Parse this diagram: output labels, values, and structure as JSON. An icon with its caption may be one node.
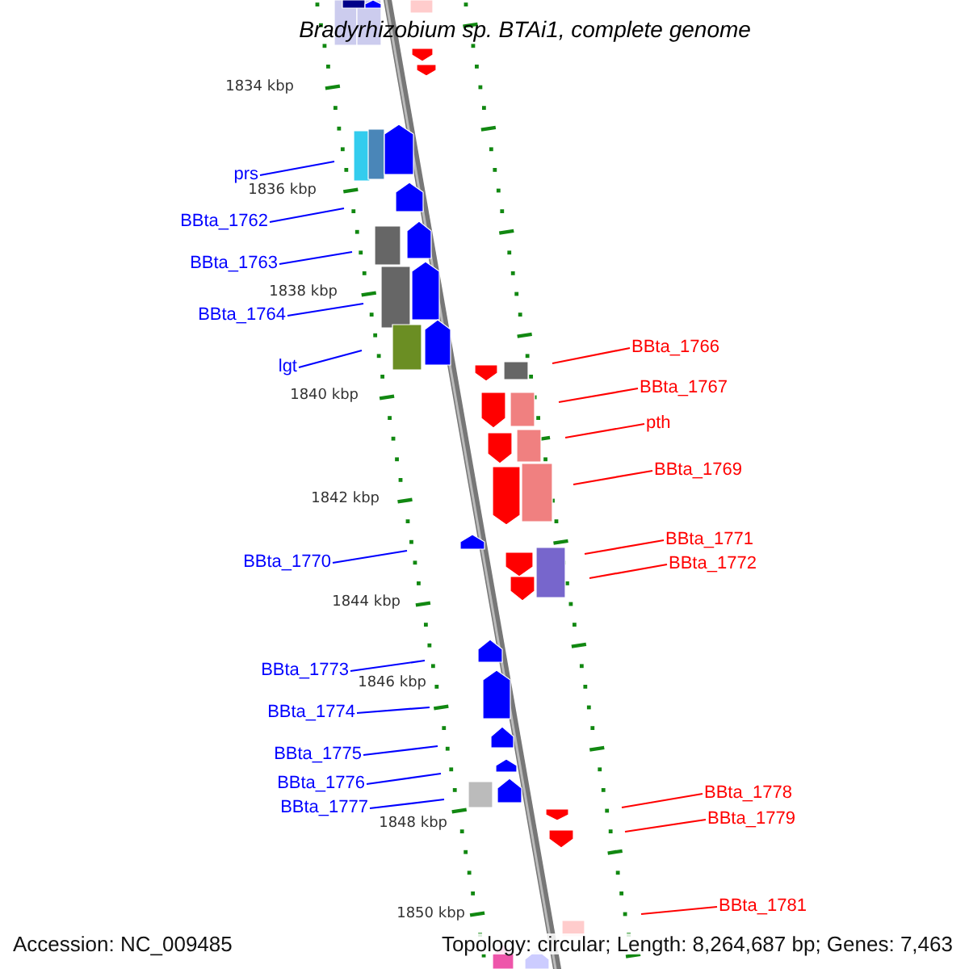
{
  "diagram": {
    "title": "Bradyrhizobium sp. BTAi1, complete genome",
    "nodes": [
      {
        "text": [
          "prs"
        ]
      },
      {
        "text": [
          "BBta_1762"
        ]
      },
      {
        "text": [
          "BBta_1763"
        ]
      },
      {
        "text": [
          "BBta_1764"
        ]
      },
      {
        "text": [
          "BBta_1766"
        ]
      },
      {
        "text": [
          "lgt"
        ]
      },
      {
        "text": [
          "BBta_1767"
        ]
      },
      {
        "text": [
          "pth"
        ]
      },
      {
        "text": [
          "BBta_1769"
        ]
      },
      {
        "text": [
          "BBta_1771"
        ]
      },
      {
        "text": [
          "BBta_1770"
        ]
      },
      {
        "text": [
          "BBta_1772"
        ]
      },
      {
        "text": [
          "BBta_1773"
        ]
      },
      {
        "text": [
          "BBta_1774"
        ]
      },
      {
        "text": [
          "BBta_1775"
        ]
      },
      {
        "text": [
          "BBta_1776"
        ]
      },
      {
        "text": [
          "BBta_1778"
        ]
      },
      {
        "text": [
          "BBta_1777"
        ]
      },
      {
        "text": [
          "BBta_1779"
        ]
      },
      {
        "text": [
          "BBta_1781"
        ]
      }
    ],
    "edges": [
      {
        "from": 0,
        "to": null,
        "arrow": "none"
      },
      {
        "from": 1,
        "to": null,
        "arrow": "none"
      },
      {
        "from": 2,
        "to": null,
        "arrow": "none"
      },
      {
        "from": 3,
        "to": null,
        "arrow": "none"
      },
      {
        "from": 4,
        "to": null,
        "arrow": "none",
        "color": "#ff0000"
      },
      {
        "from": 5,
        "to": null,
        "arrow": "none"
      },
      {
        "from": 6,
        "to": null,
        "arrow": "none",
        "color": "#ff0000"
      },
      {
        "from": 7,
        "to": null,
        "arrow": "none",
        "color": "#ff0000"
      },
      {
        "from": 8,
        "to": null,
        "arrow": "none",
        "color": "#ff0000"
      },
      {
        "from": 9,
        "to": null,
        "arrow": "none",
        "color": "#ff0000"
      },
      {
        "from": 10,
        "to": null,
        "arrow": "none"
      },
      {
        "from": 11,
        "to": null,
        "arrow": "none",
        "color": "#ff0000"
      },
      {
        "from": 12,
        "to": null,
        "arrow": "none"
      },
      {
        "from": 13,
        "to": null,
        "arrow": "none"
      },
      {
        "from": 14,
        "to": null,
        "arrow": "none"
      },
      {
        "from": 15,
        "to": null,
        "arrow": "none"
      },
      {
        "from": 16,
        "to": null,
        "arrow": "none",
        "color": "#ff0000"
      },
      {
        "from": 17,
        "to": null,
        "arrow": "none"
      },
      {
        "from": 18,
        "to": null,
        "arrow": "none",
        "color": "#ff0000"
      },
      {
        "from": 19,
        "to": null,
        "arrow": "none",
        "color": "#ff0000"
      }
    ],
    "labels": [
      "1834 kbp",
      "1836 kbp",
      "1838 kbp",
      "1840 kbp",
      "1842 kbp",
      "1844 kbp",
      "1846 kbp",
      "1848 kbp",
      "1850 kbp",
      "Accession: NC_009485",
      "Topology: circular; Length: 8,264,687 bp; Genes: 7,463"
    ]
  }
}
